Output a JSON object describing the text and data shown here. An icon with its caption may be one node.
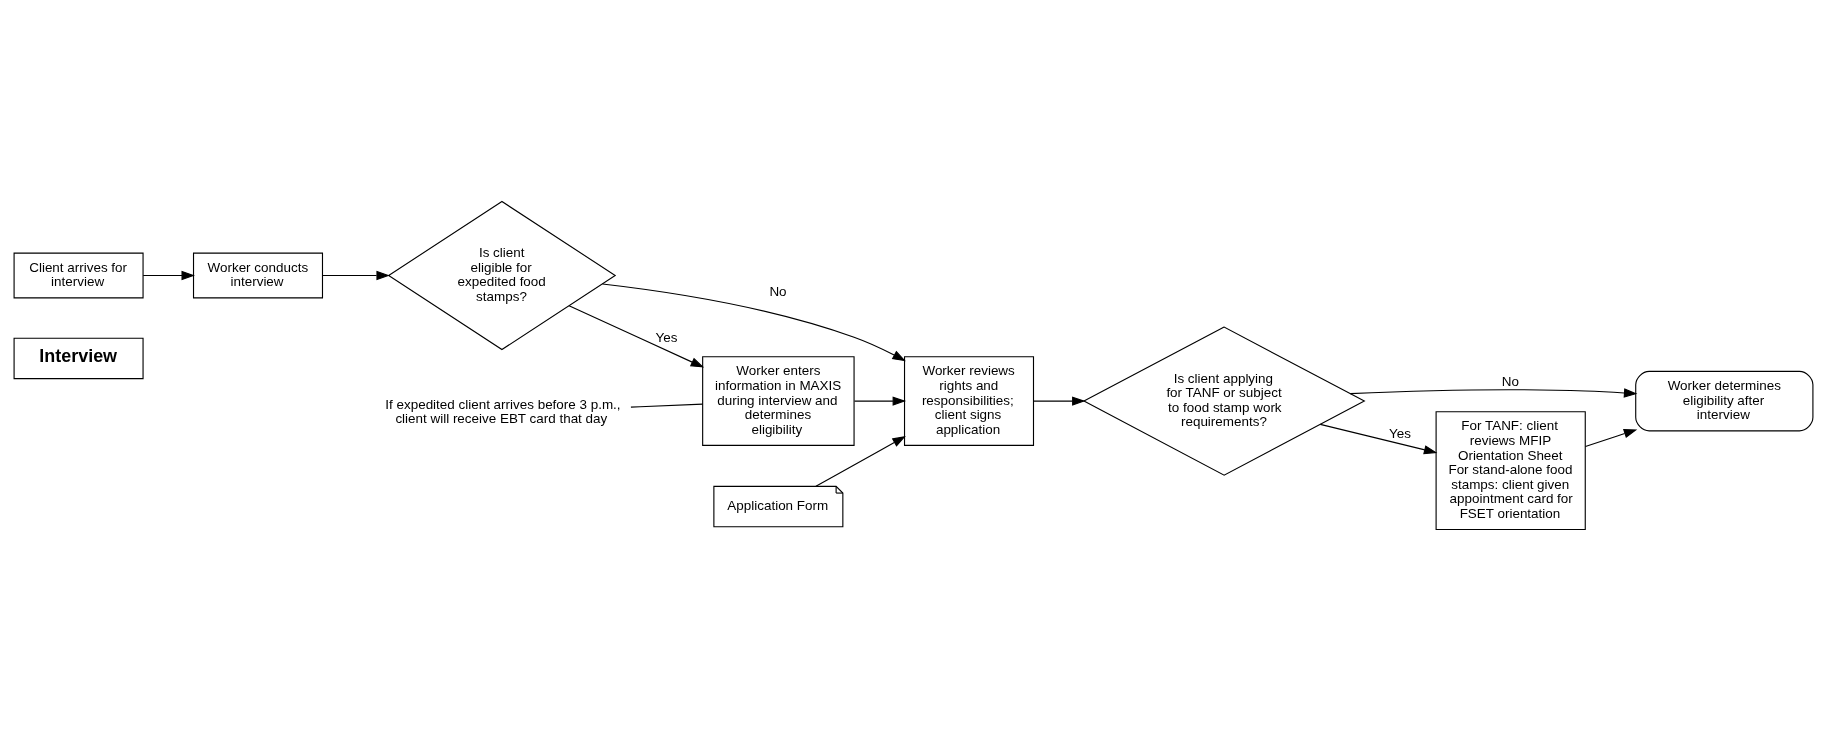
{
  "diagram": {
    "nodes": [
      {
        "text": [
          "Interview"
        ]
      },
      {
        "text": [
          "Client arrives for interview"
        ]
      },
      {
        "text": [
          "Worker conducts interview"
        ]
      },
      {
        "text": [
          "Is client eligible for expedited food stamps?"
        ]
      },
      {
        "text": [
          "Application Form"
        ]
      },
      {
        "text": [
          "Worker reviews rights and responsibilities; client signs application"
        ]
      },
      {
        "text": [
          "Worker enters information in MAXIS during interview and determines eligibility"
        ]
      },
      {
        "text": [
          "Is client applying for TANF or subject to food stamp work requirements?"
        ]
      },
      {
        "text": [
          "Worker determines eligibility after interview"
        ]
      },
      {
        "text": [
          "For TANF: client reviews MFIP Orientation Sheet",
          "For stand-alone food stamps: client given appointment card for FSET orientation"
        ]
      },
      {
        "text": [
          "If expedited client arrives before 3 p.m., client will receive EBT card that day"
        ]
      }
    ],
    "edges": [
      {
        "from": 1,
        "to": 2,
        "arrow": "to"
      },
      {
        "from": 2,
        "to": 3,
        "arrow": "to"
      },
      {
        "from": 3,
        "to": 5,
        "arrow": "to",
        "label": "No"
      },
      {
        "from": 3,
        "to": 6,
        "arrow": "to",
        "label": "Yes"
      },
      {
        "from": 4,
        "to": 5,
        "arrow": "to"
      },
      {
        "from": 6,
        "to": 5,
        "arrow": "to"
      },
      {
        "from": 5,
        "to": 7,
        "arrow": "to"
      },
      {
        "from": 7,
        "to": 8,
        "arrow": "to",
        "label": "No"
      },
      {
        "from": 7,
        "to": 9,
        "arrow": "to",
        "label": "Yes"
      },
      {
        "from": 9,
        "to": 8,
        "arrow": "to"
      },
      {
        "from": 10,
        "to": 6,
        "arrow": "none"
      }
    ]
  }
}
